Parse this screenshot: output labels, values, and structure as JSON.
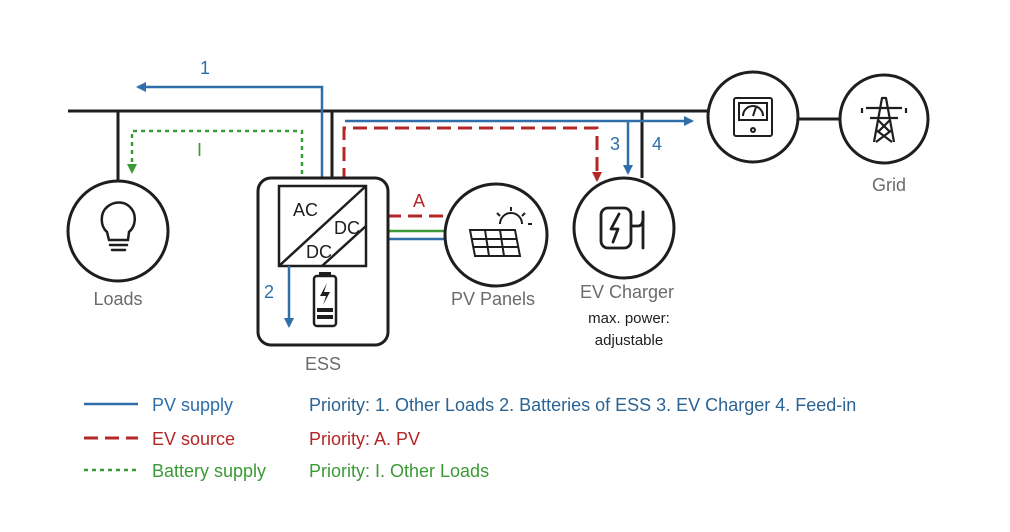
{
  "colors": {
    "pv_blue": "#2f6ea8",
    "ev_red": "#b52626",
    "battery_green": "#3a9a35",
    "line_dark": "#1e1e1e",
    "label_gray": "#6b6b6b",
    "priority_blue": "#2a6394"
  },
  "flows": {
    "flow_1": "1",
    "flow_2": "2",
    "flow_3": "3",
    "flow_4": "4",
    "flow_a": "A",
    "flow_i": "I"
  },
  "components": {
    "loads": {
      "label": "Loads",
      "icon": "light-bulb-icon"
    },
    "ess": {
      "label": "ESS",
      "ac": "AC",
      "dc_right": "DC",
      "dc_bottom": "DC",
      "icon": "battery-icon"
    },
    "pv_panels": {
      "label": "PV Panels",
      "icon": "solar-panel-icon"
    },
    "ev_charger": {
      "label": "EV Charger",
      "note_line1": "max. power:",
      "note_line2": "adjustable",
      "icon": "ev-plug-icon"
    },
    "meter": {
      "icon": "meter-icon"
    },
    "grid": {
      "label": "Grid",
      "icon": "transmission-tower-icon"
    }
  },
  "legend": [
    {
      "key": "pv",
      "label": "PV supply",
      "priority": "Priority: 1. Other Loads 2. Batteries of ESS 3. EV Charger 4. Feed-in",
      "style": "solid"
    },
    {
      "key": "ev",
      "label": "EV source",
      "priority": "Priority: A. PV",
      "style": "dashed"
    },
    {
      "key": "bat",
      "label": "Battery supply",
      "priority": "Priority: I. Other Loads",
      "style": "dotted"
    }
  ]
}
